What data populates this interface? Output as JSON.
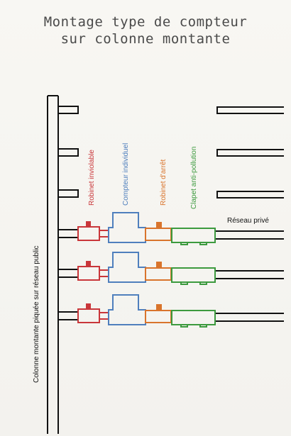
{
  "title": {
    "line1": "Montage type de compteur",
    "line2": "sur colonne montante"
  },
  "labels": {
    "riser": "Colonne montante piquée sur réseau public",
    "tap_inviolable": "Robinet inviolable",
    "meter": "Compteur individuel",
    "stop_tap": "Robinet d'arrêt",
    "check_valve": "Clapet anti-pollution",
    "private_network": "Réseau privé"
  },
  "colors": {
    "tap_inviolable": "#c9363a",
    "meter": "#4f7fbd",
    "stop_tap": "#d9742c",
    "check_valve": "#3c9a3e",
    "pipe": "#111111"
  },
  "assemblies": [
    "assembly-1",
    "assembly-2",
    "assembly-3"
  ]
}
